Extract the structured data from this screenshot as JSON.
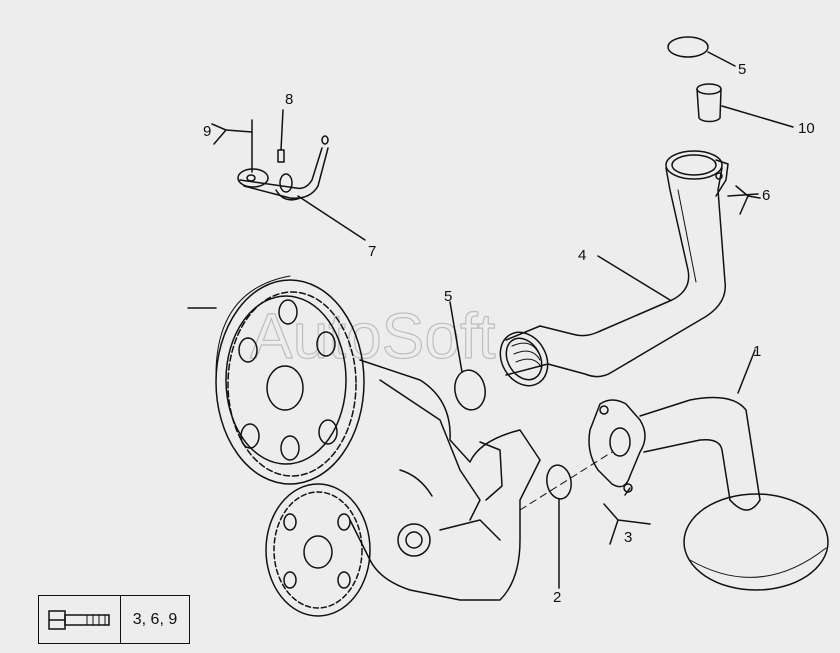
{
  "watermark": "AutoSoft",
  "callouts": {
    "c1": "1",
    "c2": "2",
    "c3": "3",
    "c4": "4",
    "c5a": "5",
    "c5b": "5",
    "c6": "6",
    "c7": "7",
    "c8": "8",
    "c9": "9",
    "c10": "10"
  },
  "legend": {
    "icon": "bolt-icon",
    "refs": "3, 6, 9"
  },
  "colors": {
    "line": "#111111",
    "background": "#ededed",
    "watermark": "#bdbdbd"
  }
}
